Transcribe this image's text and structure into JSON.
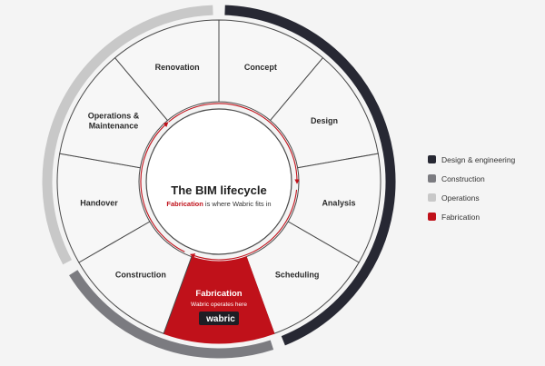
{
  "center": {
    "title": "The BIM lifecycle",
    "subtitle_highlight": "Fabrication",
    "subtitle_rest": " is where Wabric fits in"
  },
  "segments": [
    {
      "label": "Concept",
      "phase": "design"
    },
    {
      "label": "Design",
      "phase": "design"
    },
    {
      "label": "Analysis",
      "phase": "design"
    },
    {
      "label": "Scheduling",
      "phase": "design"
    },
    {
      "label": "Fabrication",
      "phase": "fabrication",
      "sub": "Wabric operates here",
      "logo": "wabric"
    },
    {
      "label": "Construction",
      "phase": "construction"
    },
    {
      "label": "Handover",
      "phase": "operations"
    },
    {
      "label": "Operations &\nMaintenance",
      "phase": "operations"
    },
    {
      "label": "Renovation",
      "phase": "operations"
    }
  ],
  "legend": [
    {
      "label": "Design & engineering",
      "color": "#272833"
    },
    {
      "label": "Construction",
      "color": "#7b7b80"
    },
    {
      "label": "Operations",
      "color": "#c8c8c8"
    },
    {
      "label": "Fabrication",
      "color": "#c0111a"
    }
  ],
  "colors": {
    "design": "#272833",
    "construction": "#7b7b80",
    "operations": "#c8c8c8",
    "fabrication": "#c0111a",
    "segment_fill": "#f7f7f7",
    "segment_stroke": "#4a4a4a",
    "logo_bg": "#1e1e24"
  }
}
